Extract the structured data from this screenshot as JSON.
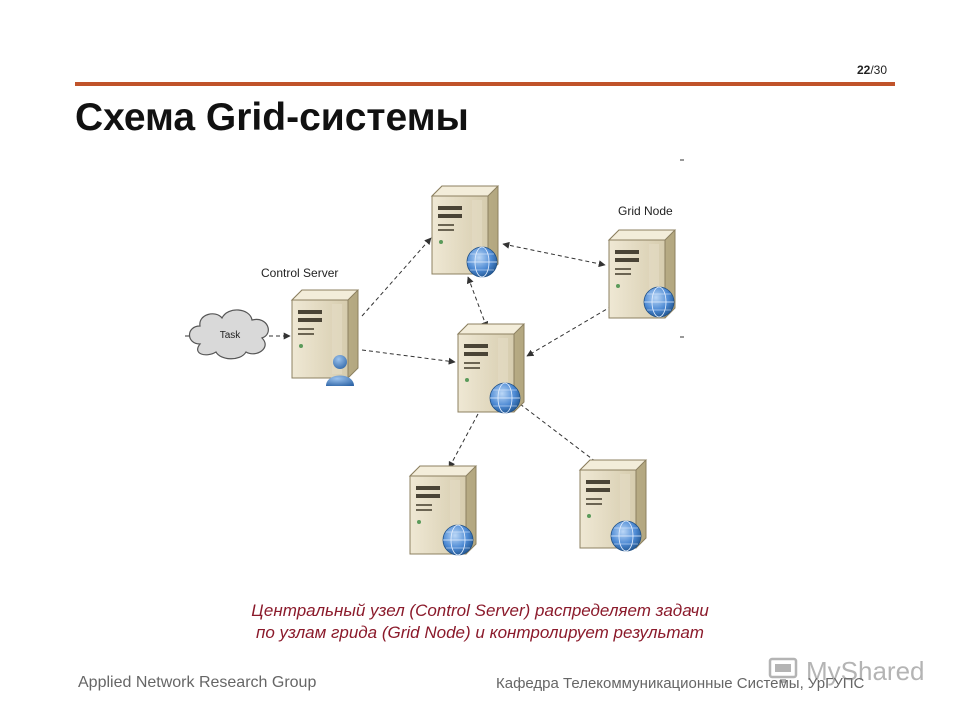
{
  "page_number": {
    "current": "22",
    "total": "/30"
  },
  "title": "Схема Grid-системы",
  "diagram": {
    "labels": {
      "control_server": "Control Server",
      "grid_node": "Grid Node",
      "task": "Task"
    }
  },
  "caption": {
    "line1": "Центральный узел (Control Server) распределяет задачи",
    "line2": "по узлам грида (Grid Node) и контролирует результат"
  },
  "footer": {
    "left": "Applied Network Research Group",
    "right": "Кафедра Телекоммуникационные Системы, УрГУПС"
  },
  "watermark": {
    "text": "MyShared"
  },
  "colors": {
    "accent_line": "#c0532a",
    "caption": "#8b1a2b",
    "server_body": "#ddd3b8",
    "globe": "#3a78c6"
  }
}
